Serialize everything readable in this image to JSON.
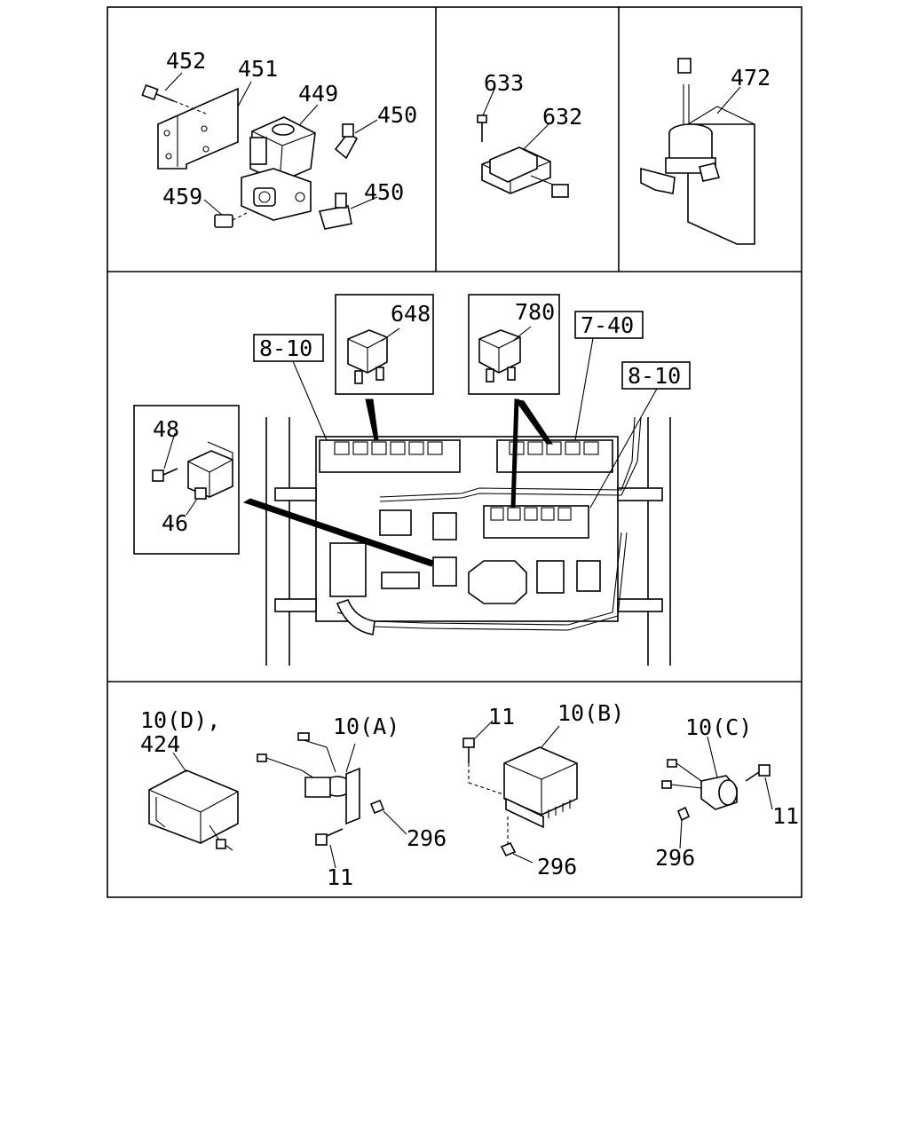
{
  "panels": {
    "top_left": {
      "labels": [
        "452",
        "451",
        "449",
        "450",
        "459",
        "450"
      ]
    },
    "top_middle": {
      "labels": [
        "633",
        "632"
      ]
    },
    "top_right": {
      "labels": [
        "472"
      ]
    },
    "middle": {
      "inset_left_labels": [
        "48",
        "46"
      ],
      "inset_relay_a": "648",
      "inset_relay_b": "780",
      "ref_boxes": [
        "8-10",
        "7-40",
        "8-10"
      ]
    },
    "bottom": {
      "labels": [
        "10(D),",
        "424",
        "10(A)",
        "11",
        "296",
        "11",
        "10(B)",
        "296",
        "10(C)",
        "11",
        "296"
      ]
    }
  }
}
